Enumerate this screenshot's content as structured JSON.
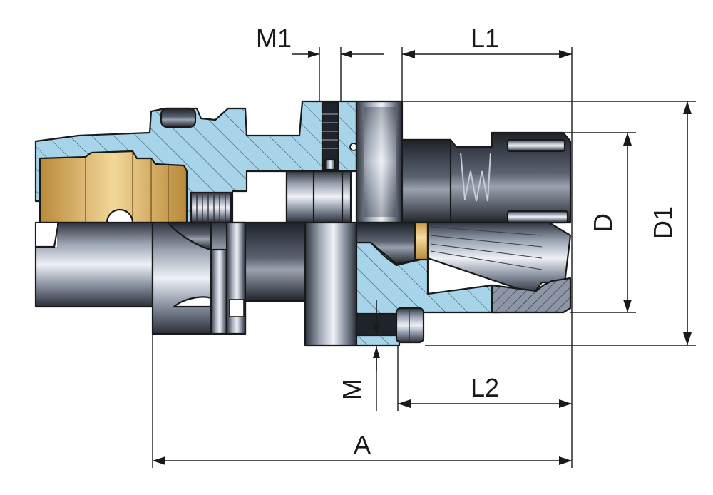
{
  "diagram": {
    "labels": {
      "m1": "M1",
      "l1": "L1",
      "d": "D",
      "d1": "D1",
      "m": "M",
      "l2": "L2",
      "a": "A"
    },
    "colors": {
      "section": "#a8d4ea",
      "brass": "#e8c27a",
      "steel_dark": "#3a3f4a",
      "steel_mid": "#8a93a3",
      "steel_light": "#e6eaf0",
      "line": "#1a1a1a"
    }
  }
}
